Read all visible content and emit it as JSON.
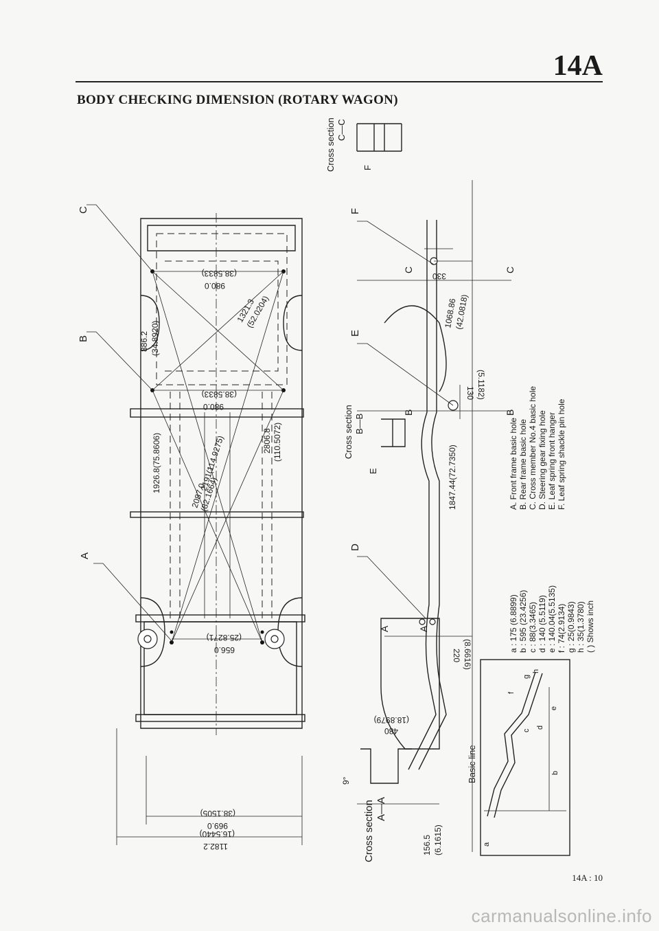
{
  "header": {
    "page_number": "14A",
    "title": "BODY CHECKING DIMENSION (ROTARY WAGON)"
  },
  "footer": {
    "page_ref": "14A : 10",
    "watermark": "carmanualsonline.info"
  },
  "reference_labels": [
    "A",
    "B",
    "C",
    "D",
    "E",
    "F"
  ],
  "plan_view": {
    "dimensions": [
      "980.0",
      "(38.5833)",
      "886.2",
      "(34.8920)",
      "1321.3",
      "(52.0204)",
      "980.0",
      "(38.5833)",
      "1926.8(75.8606)",
      "2087.0",
      "(82.1664)",
      "2191.1",
      "(114.9275)",
      "2806.8",
      "(110.5072)",
      "656.0",
      "(25.8271)",
      "969.0",
      "(38.1505)",
      "1182.2",
      "(16.5440)"
    ]
  },
  "side_view": {
    "dimensions": [
      "330",
      "1068.86",
      "(42.0818)",
      "130",
      "(5.1182)",
      "1847.44(72.7350)",
      "220",
      "(8.6616)"
    ],
    "section_markers": [
      "C",
      "C",
      "B",
      "B",
      "A",
      "A"
    ]
  },
  "sections": {
    "c_c": [
      "Cross section",
      "C—C"
    ],
    "b_b": [
      "Cross section",
      "B—B"
    ],
    "a_a": [
      "Cross section",
      "A—A"
    ],
    "a_a_dims": [
      "9°",
      "480",
      "(18.8979)",
      "156.5",
      "(6.1615)"
    ],
    "labels": {
      "f": "F",
      "e": "E"
    }
  },
  "basic_line": {
    "label": "Basic line",
    "letters": [
      "a",
      "b",
      "c",
      "d",
      "e",
      "f",
      "g",
      "h"
    ]
  },
  "legend_dims": [
    "a : 175 (6.8899)",
    "b : 595 (23.4256)",
    "c : 88(3.3465)",
    "d : 140 (5.5119)",
    "e : 140.04(5.5135)",
    "f : 74(2.9134)",
    "g : 25(0.9843)",
    "h : 35(1.3780)",
    "(   ) Shows inch"
  ],
  "legend_refs": [
    "A. Front frame basic hole",
    "B. Rear frame basic hole",
    "C. Cross member No.4 basic hole",
    "D. Steering gear fixing hole",
    "E. Leaf spring front hanger",
    "F. Leaf spring shackle pin hole"
  ]
}
